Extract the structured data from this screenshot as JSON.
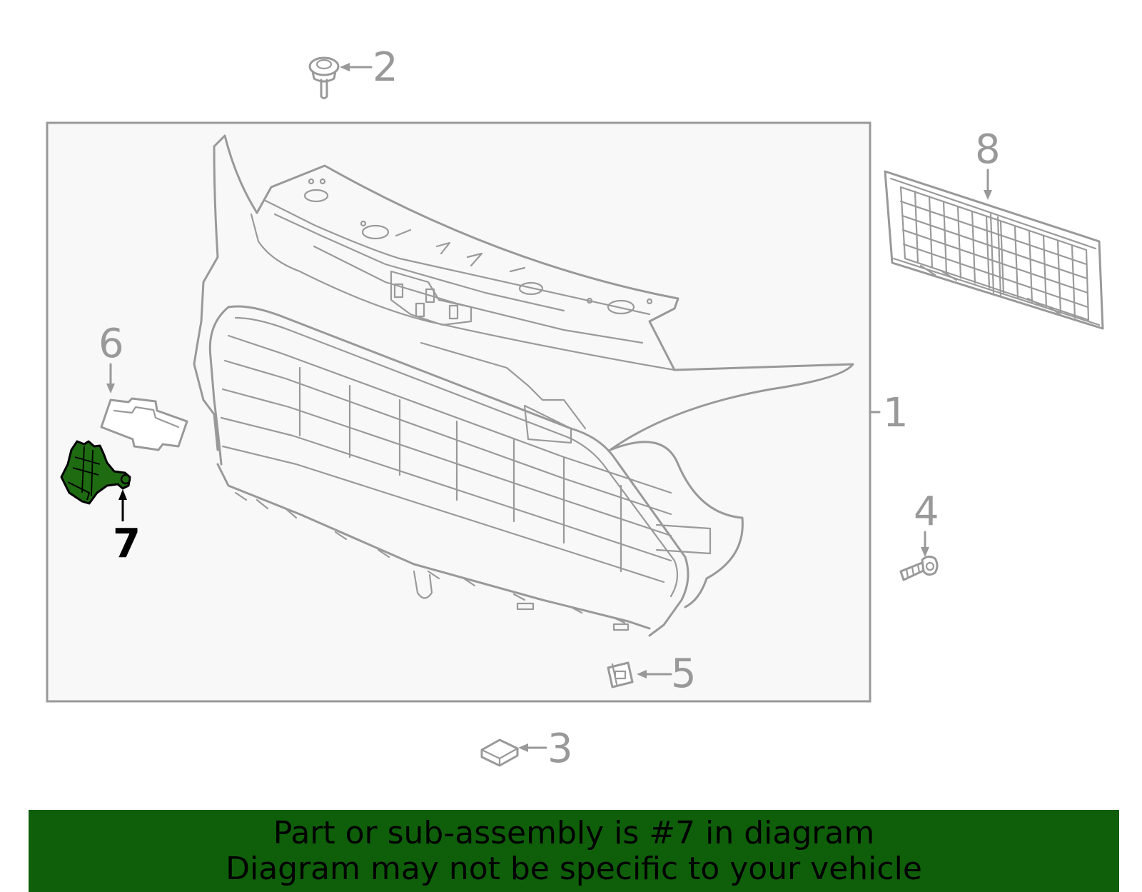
{
  "callouts": {
    "c1": "1",
    "c2": "2",
    "c3": "3",
    "c4": "4",
    "c5": "5",
    "c6": "6",
    "c7": "7",
    "c8": "8"
  },
  "highlight_part": "7",
  "colors": {
    "highlight": "#1e6b12",
    "banner_bg": "#0f5f0a",
    "line_art": "#999999",
    "frame_bg": "#f8f8f8"
  },
  "banner": {
    "line1": "Part or sub-assembly is #7 in diagram",
    "line2": "Diagram may not be specific to your vehicle"
  }
}
